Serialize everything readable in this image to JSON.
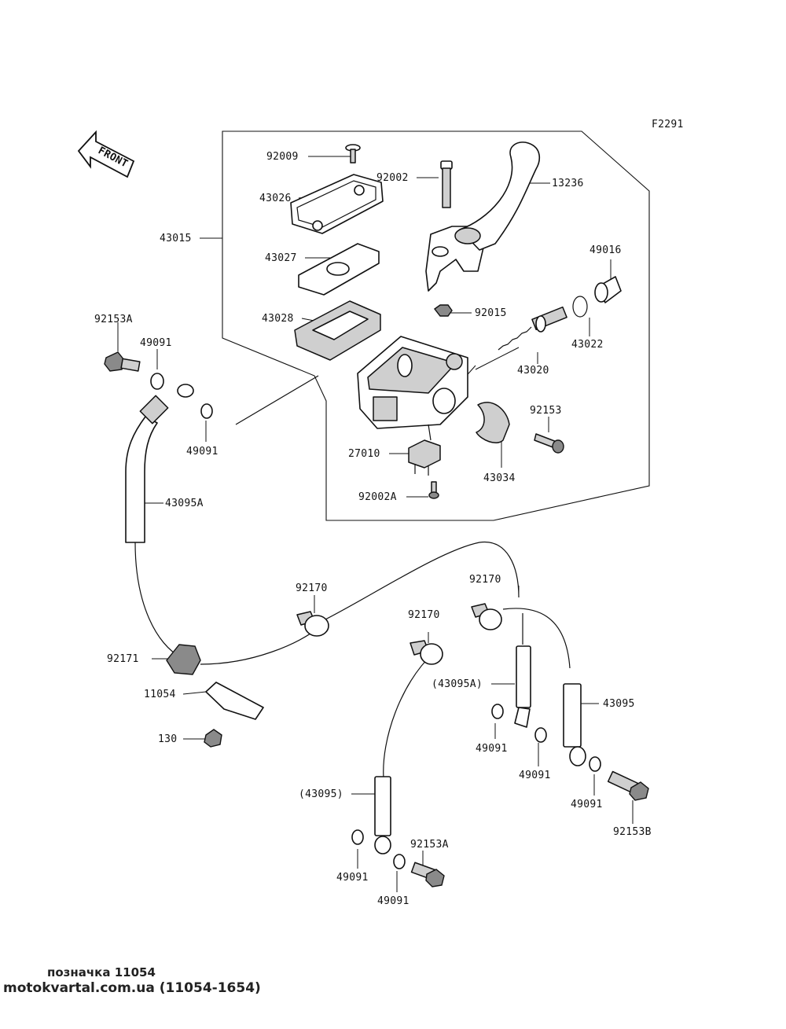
{
  "diagram": {
    "code": "F2291",
    "front_label": "FRONT",
    "labels": {
      "p92009": "92009",
      "p43026": "43026",
      "p43015": "43015",
      "p43027": "43027",
      "p43028": "43028",
      "p92002": "92002",
      "p13236": "13236",
      "p49016": "49016",
      "p92015": "92015",
      "p43022": "43022",
      "p43020": "43020",
      "p92153": "92153",
      "p27010": "27010",
      "p43034": "43034",
      "p92002A": "92002A",
      "p92153A_top": "92153A",
      "p49091_a": "49091",
      "p49091_b": "49091",
      "p43095A": "43095A",
      "p92170_a": "92170",
      "p92170_b": "92170",
      "p92170_c": "92170",
      "p92171": "92171",
      "p11054": "11054",
      "p130": "130",
      "p43095A_paren": "(43095A)",
      "p43095": "43095",
      "p49091_c": "49091",
      "p49091_d": "49091",
      "p49091_e": "49091",
      "p92153B": "92153B",
      "p43095_paren": "(43095)",
      "p92153A_bottom": "92153A",
      "p49091_f": "49091",
      "p49091_g": "49091"
    }
  },
  "footer": {
    "title": "позначка 11054",
    "source": "motokvartal.com.ua (11054-1654)"
  }
}
